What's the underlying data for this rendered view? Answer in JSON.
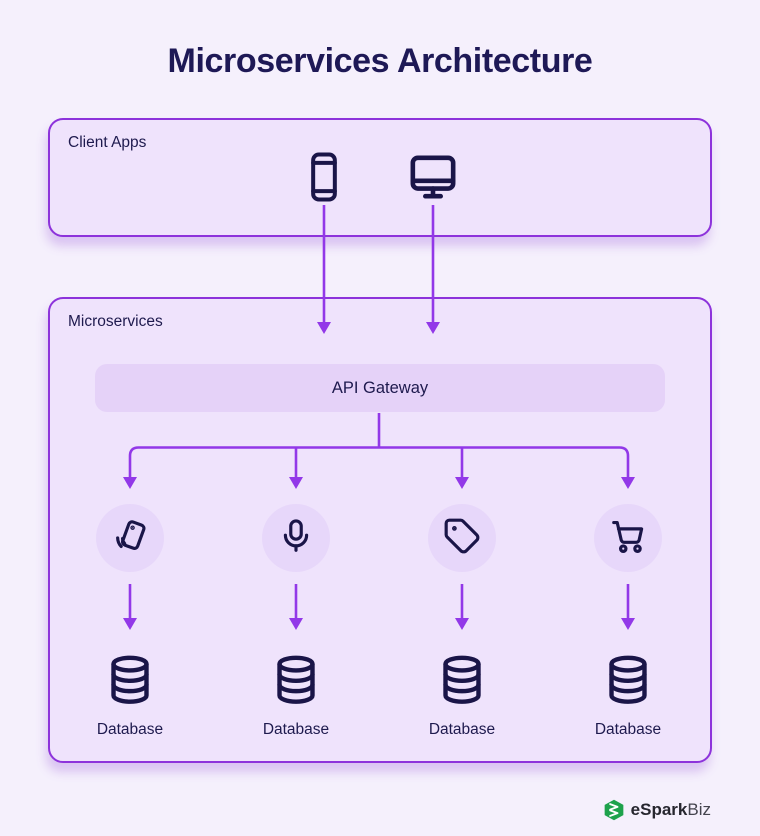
{
  "title": "Microservices Architecture",
  "client_apps": {
    "label": "Client Apps",
    "icons": [
      "smartphone-icon",
      "monitor-icon"
    ]
  },
  "microservices": {
    "label": "Microservices",
    "api_gateway_label": "API Gateway",
    "columns": [
      {
        "service_icon": "contactless-payment-icon",
        "database_label": "Database"
      },
      {
        "service_icon": "microphone-icon",
        "database_label": "Database"
      },
      {
        "service_icon": "price-tag-icon",
        "database_label": "Database"
      },
      {
        "service_icon": "shopping-cart-icon",
        "database_label": "Database"
      }
    ]
  },
  "branding": {
    "logo_icon": "esparkbiz-hexagon-icon",
    "logo_text_bold": "eSpark",
    "logo_text_light": "Biz"
  },
  "colors": {
    "background": "#F5F0FC",
    "box_fill": "#EFE3FC",
    "box_border": "#8D33DB",
    "api_bar_fill": "#E5D2F8",
    "circle_fill": "#E7D7FA",
    "arrow": "#9238E8",
    "dark_navy": "#1E1A4E",
    "title_color": "#1E1956",
    "logo_green": "#1EA24C"
  }
}
